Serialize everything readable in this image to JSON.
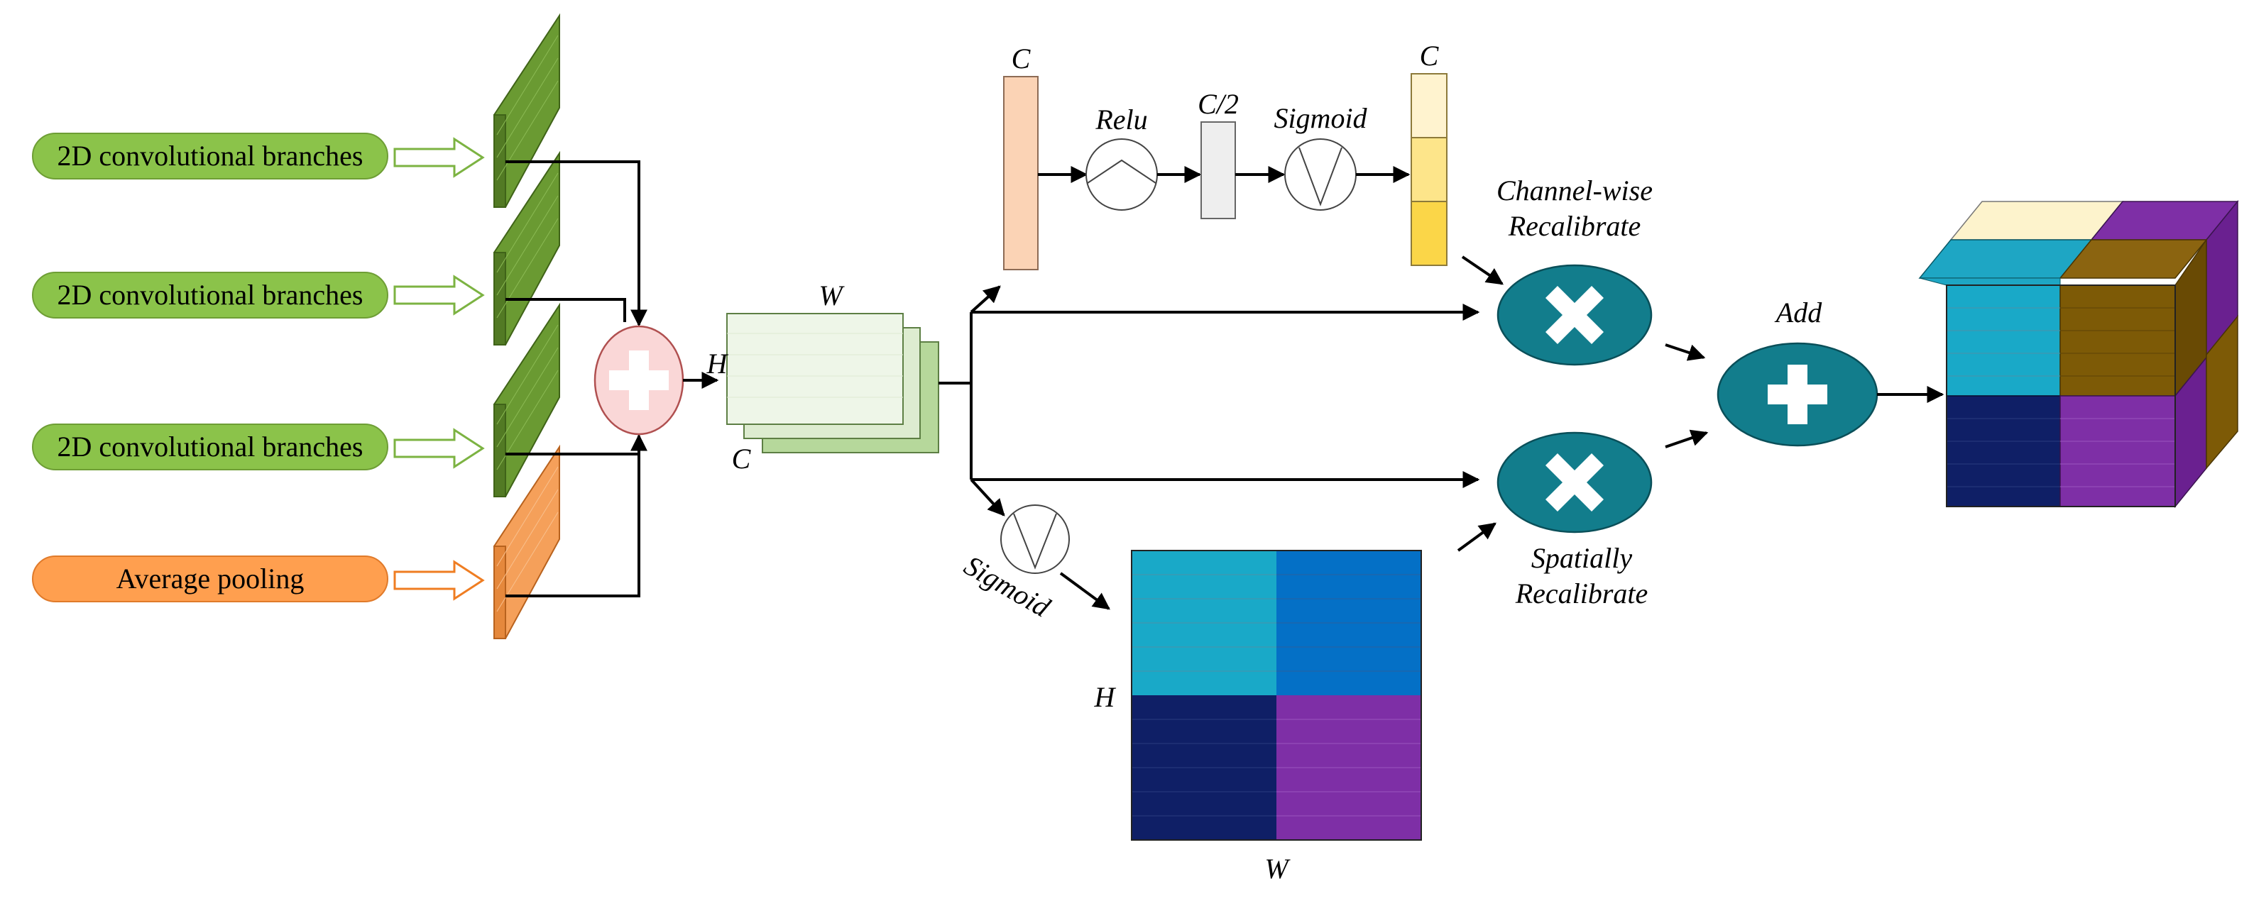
{
  "inputs": [
    {
      "label": "2D convolutional branches",
      "fill": "#8bc34a",
      "arrow": "#7cb342"
    },
    {
      "label": "2D convolutional branches",
      "fill": "#8bc34a",
      "arrow": "#7cb342"
    },
    {
      "label": "2D convolutional branches",
      "fill": "#8bc34a",
      "arrow": "#7cb342"
    },
    {
      "label": "Average pooling",
      "fill": "#ff9f4f",
      "arrow": "#ef7d22"
    }
  ],
  "feature_map": {
    "w": "W",
    "h": "H",
    "c": "C"
  },
  "channel_branch": {
    "c_in": "C",
    "relu": "Relu",
    "c_half": "C/2",
    "sigmoid": "Sigmoid",
    "c_out": "C",
    "recal_line1": "Channel-wise",
    "recal_line2": "Recalibrate"
  },
  "spatial_branch": {
    "sigmoid": "Sigmoid",
    "h": "H",
    "w": "W",
    "recal_line1": "Spatially",
    "recal_line2": "Recalibrate"
  },
  "fusion": {
    "add": "Add"
  },
  "colors": {
    "conv_green": "#6a9a32",
    "pool_orange": "#f5a05a",
    "teal": "#127d8c",
    "cyan": "#19a9c8",
    "blue": "#0470c6",
    "navy": "#0f1f66",
    "purple": "#7e2fa6",
    "brown": "#7d5a06",
    "cream": "#fdf3cc",
    "peach": "#fbd3b5"
  }
}
